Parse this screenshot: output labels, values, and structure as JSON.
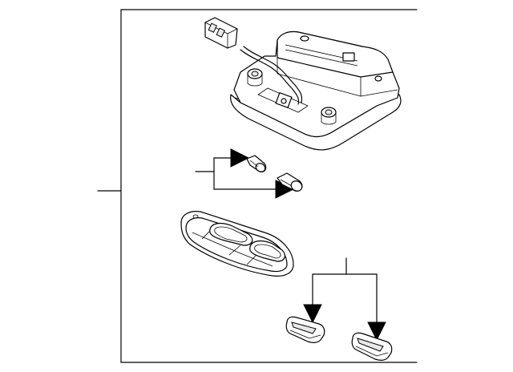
{
  "diagram": {
    "parts": [
      {
        "name": "overhead-lamp-housing"
      },
      {
        "name": "wire-connector"
      },
      {
        "name": "bulb-upper"
      },
      {
        "name": "bulb-lower"
      },
      {
        "name": "lens-cover"
      },
      {
        "name": "lens-left"
      },
      {
        "name": "lens-right"
      }
    ],
    "line_color": "#000000",
    "background": "#ffffff"
  }
}
